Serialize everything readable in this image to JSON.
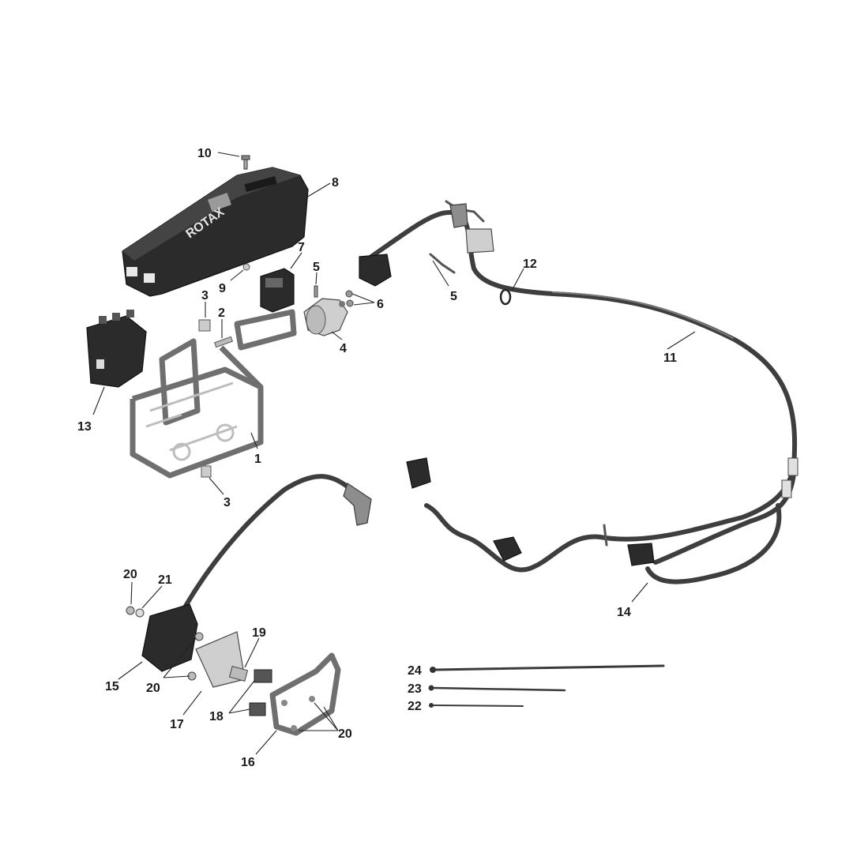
{
  "callouts": {
    "c1": "1",
    "c2": "2",
    "c3a": "3",
    "c3b": "3",
    "c4": "4",
    "c5a": "5",
    "c5b": "5",
    "c6": "6",
    "c7": "7",
    "c8": "8",
    "c9": "9",
    "c10": "10",
    "c11": "11",
    "c12": "12",
    "c13": "13",
    "c14": "14",
    "c15": "15",
    "c16": "16",
    "c17": "17",
    "c18": "18",
    "c19": "19",
    "c20a": "20",
    "c20b": "20",
    "c20c": "20",
    "c21": "21",
    "c22": "22",
    "c23": "23",
    "c24": "24"
  },
  "logo_text": "ROTAX"
}
